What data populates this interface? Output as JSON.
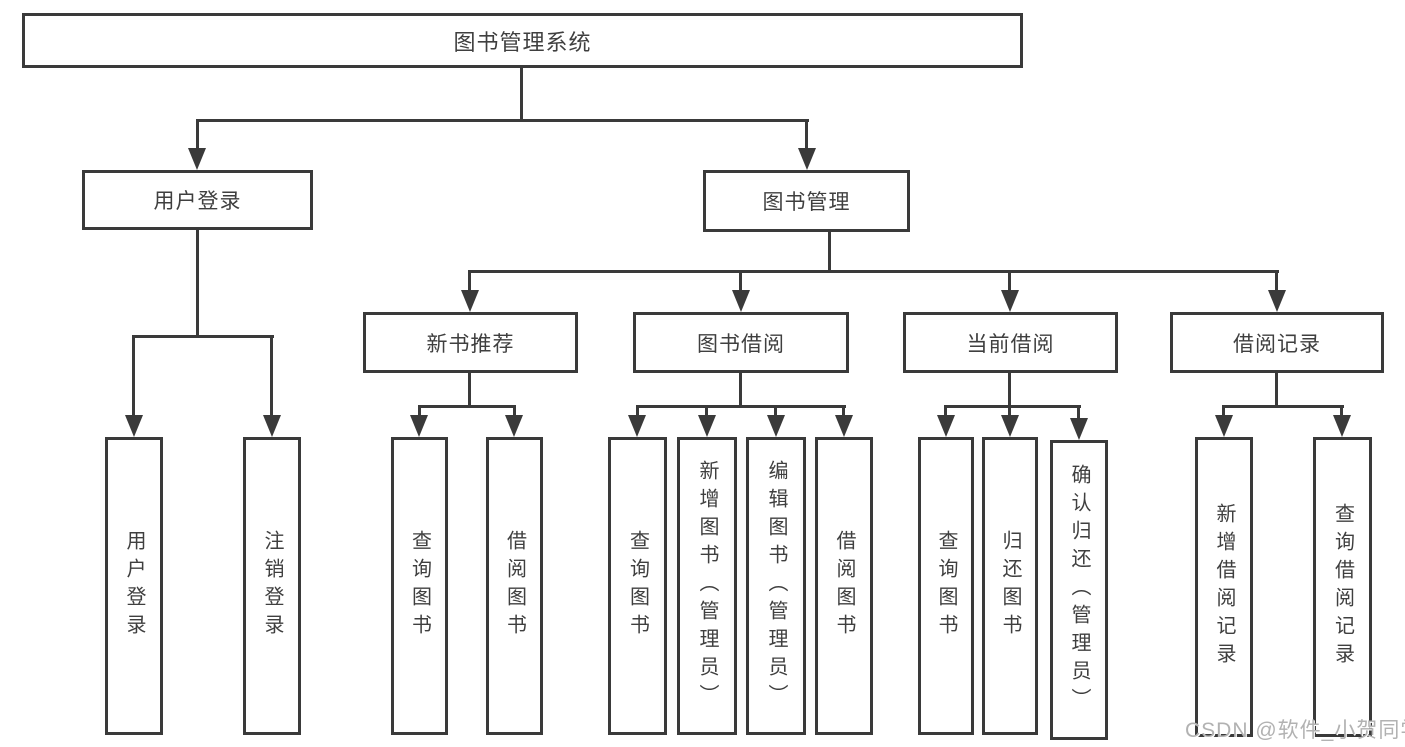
{
  "tree": {
    "label": "图书管理系统",
    "children": [
      {
        "label": "用户登录",
        "children": [
          {
            "label": "用户登录"
          },
          {
            "label": "注销登录"
          }
        ]
      },
      {
        "label": "图书管理",
        "children": [
          {
            "label": "新书推荐",
            "children": [
              {
                "label": "查询图书"
              },
              {
                "label": "借阅图书"
              }
            ]
          },
          {
            "label": "图书借阅",
            "children": [
              {
                "label": "查询图书"
              },
              {
                "label": "新增图书（管理员）"
              },
              {
                "label": "编辑图书（管理员）"
              },
              {
                "label": "借阅图书"
              }
            ]
          },
          {
            "label": "当前借阅",
            "children": [
              {
                "label": "查询图书"
              },
              {
                "label": "归还图书"
              },
              {
                "label": "确认归还（管理员）"
              }
            ]
          },
          {
            "label": "借阅记录",
            "children": [
              {
                "label": "新增借阅记录"
              },
              {
                "label": "查询借阅记录"
              }
            ]
          }
        ]
      }
    ]
  },
  "watermark": "CSDN @软件_小贺同学",
  "colors": {
    "line": "#3a3a3a",
    "text": "#3f3f3f",
    "watermark": "#b2b2b2",
    "background": "#ffffff"
  }
}
